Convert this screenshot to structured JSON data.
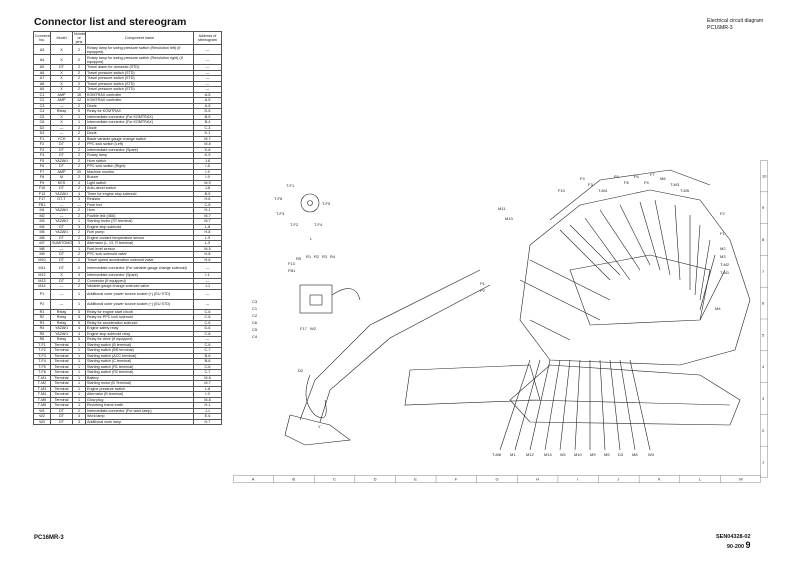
{
  "header": {
    "title": "Connector list and stereogram",
    "right_line1": "Electrical circuit diagram",
    "right_line2": "PC16MR-3"
  },
  "table": {
    "columns": [
      "Connector No.",
      "Model",
      "Number of pins",
      "Component name",
      "Address of stereogram"
    ],
    "rows": [
      [
        "A3",
        "X",
        "2",
        "Rotary lamp for swing pressure switch (Revolution left) (If equipped)",
        "—"
      ],
      [
        "A4",
        "X",
        "2",
        "Rotary lamp for swing pressure switch (Revolution right) (If equipped)",
        "—"
      ],
      [
        "A5",
        "DT",
        "2",
        "Travel alarm for domestic (STD)",
        "—"
      ],
      [
        "A6",
        "X",
        "2",
        "Travel pressure switch (STD)",
        "—"
      ],
      [
        "A7",
        "X",
        "2",
        "Travel pressure switch (STD)",
        "—"
      ],
      [
        "A8",
        "X",
        "2",
        "Travel pressure switch (STD)",
        "—"
      ],
      [
        "A9",
        "X",
        "2",
        "Travel pressure switch (STD)",
        "—"
      ],
      [
        "C1",
        "AMP",
        "16",
        "KOMTRAX controller",
        "A-5"
      ],
      [
        "C2",
        "AMP",
        "12",
        "KOMTRAX controller",
        "A-5"
      ],
      [
        "C3",
        "—",
        "2",
        "Diode",
        "A-5"
      ],
      [
        "C4",
        "Relay",
        "5",
        "Relay for KOMTRAX",
        "D-5"
      ],
      [
        "C5",
        "X",
        "1",
        "Intermediate connector (For KOMTRAX)",
        "B-5"
      ],
      [
        "C6",
        "X",
        "1",
        "Intermediate connector (For KOMTRAX)",
        "B-4"
      ],
      [
        "D2",
        "—",
        "2",
        "Diode",
        "C-3"
      ],
      [
        "D3",
        "—",
        "2",
        "Diode",
        "K-1"
      ],
      [
        "F1",
        "YCH",
        "6",
        "Blade variable gauge change switch",
        "M-7"
      ],
      [
        "F2",
        "DT",
        "2",
        "PPC lock switch (Left)",
        "M-8"
      ],
      [
        "F3",
        "DT",
        "2",
        "Intermediate connector (Spare)",
        "K-8"
      ],
      [
        "F4",
        "DT",
        "2",
        "Rotary lamp",
        "K-9"
      ],
      [
        "F5",
        "YAZAKI",
        "2",
        "Horn switch",
        "J-8"
      ],
      [
        "F6",
        "DT",
        "2",
        "PPC lock switch (Right)",
        "I-8"
      ],
      [
        "F7",
        "AMP",
        "20",
        "Machine monitor",
        "I-9"
      ],
      [
        "F8",
        "M",
        "2",
        "Buzzer",
        "I-9"
      ],
      [
        "F9",
        "KES",
        "4",
        "Light switch",
        "M-9"
      ],
      [
        "F10",
        "DT",
        "2",
        "Auto-decel switch",
        "J-8"
      ],
      [
        "F13",
        "YAZAKI",
        "4",
        "Timer for engine stop solenoid",
        "B-5"
      ],
      [
        "F17",
        "DT-T",
        "3",
        "Resistor",
        "H-6"
      ],
      [
        "FB1",
        "—",
        "—",
        "Fuse box",
        "C-6"
      ],
      [
        "M1",
        "YAZAKI",
        "2",
        "Horn",
        "H-1"
      ],
      [
        "M2",
        "—",
        "2",
        "Fusible link (45A)",
        "M-7"
      ],
      [
        "M3",
        "YAZAKI",
        "1",
        "Starting motor (ST terminal)",
        "M-7"
      ],
      [
        "M4",
        "DT",
        "3",
        "Engine stop solenoid",
        "L-8"
      ],
      [
        "M5",
        "YAZAKI",
        "2",
        "Fuel pump",
        "H-8"
      ],
      [
        "M6",
        "DT",
        "2",
        "Engine coolant temperature sensor",
        "L-9"
      ],
      [
        "M7",
        "SUMITOMO",
        "3",
        "Alternator (L, IG, R terminal)",
        "L-9"
      ],
      [
        "M8",
        "—",
        "1",
        "Fuel level sensor",
        "M-5"
      ],
      [
        "M9",
        "DT",
        "2",
        "PPC lock solenoid valve",
        "H-8"
      ],
      [
        "M10",
        "DT",
        "2",
        "Travel speed acceleration solenoid valve",
        "H-8"
      ],
      [
        "M11",
        "DT",
        "2",
        "Intermediate connector (For variable gauge change solenoid)",
        "—"
      ],
      [
        "M12",
        "X",
        "4",
        "Intermediate connector (Spare)",
        "I-1"
      ],
      [
        "M13",
        "DT",
        "2",
        "Connector (If equipped)",
        "—"
      ],
      [
        "M14",
        "—",
        "2",
        "Variable gauge change solenoid valve",
        "J-1"
      ],
      [
        "P1",
        "—",
        "1",
        "Additional outer power source socket (+) (EU STD)",
        "—"
      ],
      [
        "P2",
        "—",
        "1",
        "Additional outer power source socket (−) (EU STD)",
        "—"
      ],
      [
        "R1",
        "Relay",
        "5",
        "Relay for engine start circuit",
        "C-6"
      ],
      [
        "R2",
        "Relay",
        "5",
        "Relay for PPC lock solenoid",
        "C-6"
      ],
      [
        "R3",
        "Relay",
        "5",
        "Relay for acceleration solenoid",
        "C-6"
      ],
      [
        "R4",
        "YAZAKI",
        "4",
        "Engine safety relay",
        "D-6"
      ],
      [
        "R5",
        "YAZAKI",
        "4",
        "Engine stop solenoid relay",
        "C-6"
      ],
      [
        "R6",
        "Relay",
        "5",
        "Relay for drive (If equipped)",
        "—"
      ],
      [
        "T-F1",
        "Terminal",
        "1",
        "Starting switch (B terminal)",
        "C-6"
      ],
      [
        "T-F2",
        "Terminal",
        "1",
        "Starting switch (BR terminal)",
        "C-7"
      ],
      [
        "T-F3",
        "Terminal",
        "1",
        "Starting switch (ACC terminal)",
        "B-6"
      ],
      [
        "T-F4",
        "Terminal",
        "1",
        "Starting switch (C terminal)",
        "B-6"
      ],
      [
        "T-F5",
        "Terminal",
        "1",
        "Starting switch (R1 terminal)",
        "C-6"
      ],
      [
        "T-F6",
        "Terminal",
        "1",
        "Starting switch (R2 terminal)",
        "C-7"
      ],
      [
        "T-M1",
        "Terminal",
        "1",
        "Battery",
        "M-6"
      ],
      [
        "T-M2",
        "Terminal",
        "1",
        "Starting motor (B Terminal)",
        "M-7"
      ],
      [
        "T-M3",
        "Terminal",
        "1",
        "Engine pressure switch",
        "L-8"
      ],
      [
        "T-M4",
        "Terminal",
        "1",
        "Alternator (B terminal)",
        "I-9"
      ],
      [
        "T-M5",
        "Terminal",
        "1",
        "Glow plug",
        "M-8"
      ],
      [
        "T-M6",
        "Terminal",
        "1",
        "Revolving frame earth",
        "H-1"
      ],
      [
        "W1",
        "DT",
        "2",
        "Intermediate connector (For work lamp)",
        "J-1"
      ],
      [
        "W2",
        "DT",
        "3",
        "Work lamp",
        "E-6"
      ],
      [
        "W3",
        "DT",
        "3",
        "Additional work lamp",
        "H-7"
      ]
    ]
  },
  "diagram": {
    "switch_labels": [
      "T-F1",
      "T-F6",
      "T-F5",
      "T-F3",
      "T-F2",
      "T-F4"
    ],
    "left_labels": [
      "C3",
      "C1",
      "C2",
      "C6",
      "C5",
      "C4",
      "F13",
      "FB1",
      "R5",
      "R1",
      "R2",
      "R3",
      "R4",
      "F17",
      "W2",
      "D2"
    ],
    "top_labels": [
      "F10",
      "F4",
      "F3",
      "T-M4",
      "F9",
      "F8",
      "F6",
      "F5",
      "F7",
      "M6",
      "T-M3",
      "T-M5"
    ],
    "right_labels": [
      "F2",
      "F1",
      "M2",
      "M3",
      "T-M2",
      "T-M1",
      "M4"
    ],
    "bottom_labels": [
      "T-M6",
      "M1",
      "M12",
      "M14",
      "W1",
      "M10",
      "M9",
      "M5",
      "D3",
      "M8",
      "W3"
    ],
    "bottom_left": [
      "M13",
      "P1",
      "P2"
    ],
    "small_labels": [
      "L",
      "Y",
      "M11"
    ],
    "ruler_letters": [
      "A",
      "B",
      "C",
      "D",
      "E",
      "F",
      "G",
      "H",
      "I",
      "J",
      "K",
      "L",
      "M"
    ],
    "ruler_numbers": [
      "1",
      "2",
      "3",
      "4",
      "5",
      "6",
      "7",
      "8",
      "9",
      "10"
    ]
  },
  "footer": {
    "left": "PC16MR-3",
    "right_code": "SEN04328-02",
    "right_page": "90-200",
    "right_num": "9"
  }
}
